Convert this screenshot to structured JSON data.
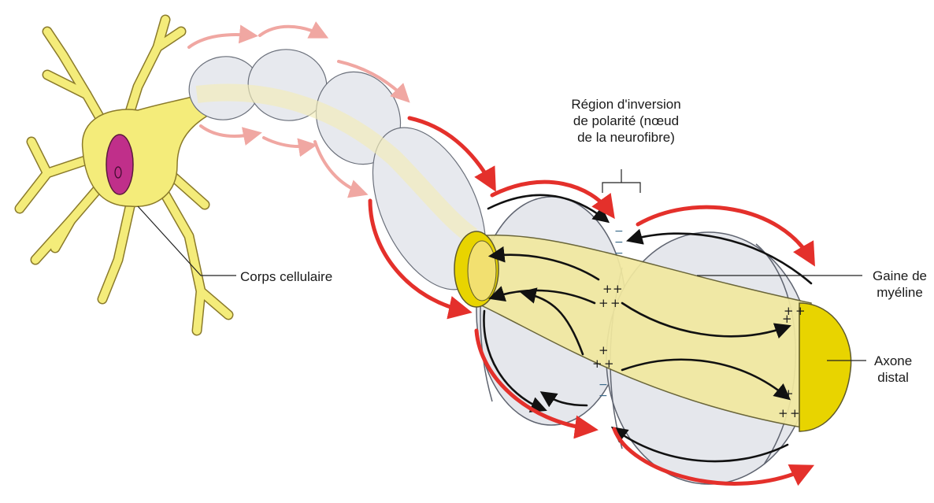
{
  "labels": {
    "cell_body": "Corps cellulaire",
    "node_region": [
      "Région d'inversion",
      "de polarité (nœud",
      "de la neurofibre)"
    ],
    "myelin": [
      "Gaine de",
      "myéline"
    ],
    "distal_axon": [
      "Axone",
      "distal"
    ]
  },
  "colors": {
    "cell_fill": "#f4ec7a",
    "cell_stroke": "#8a7a2a",
    "nucleus": "#c02f8a",
    "myelin_fill": "#e7e9ee",
    "axon_band": "#f2e9a0",
    "axon_end": "#e8d400",
    "arrow_red": "#e4302b",
    "arrow_pink": "#f0a7a2",
    "current_arrow": "#111111"
  },
  "signs": {
    "plus": "+",
    "minus": "−"
  }
}
